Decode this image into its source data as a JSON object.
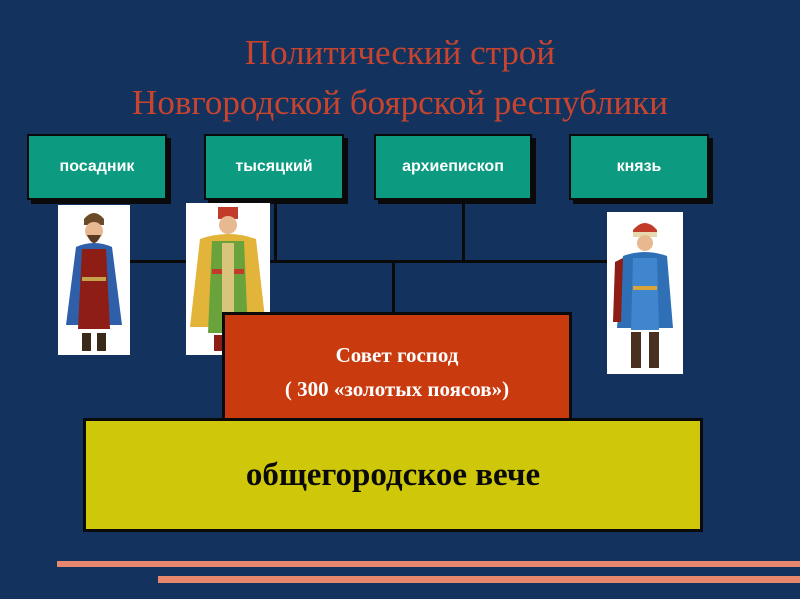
{
  "title": {
    "line1": "Политический строй",
    "line2": "Новгородской боярской республики"
  },
  "roles": [
    "посадник",
    "тысяцкий",
    "архиепископ",
    "князь"
  ],
  "council": {
    "line1": "Совет господ",
    "line2": "( 300 «золотых поясов»)"
  },
  "assembly": "общегородское вече",
  "figures": [
    "posadnik-figure",
    "tysyatsky-figure",
    "knyaz-figure"
  ],
  "colors": {
    "background": "#13335e",
    "title": "#c8442e",
    "role_box": "#0c9a80",
    "council_box": "#c93a0f",
    "assembly_box": "#cfc80a",
    "stripe": "#e7876d"
  }
}
